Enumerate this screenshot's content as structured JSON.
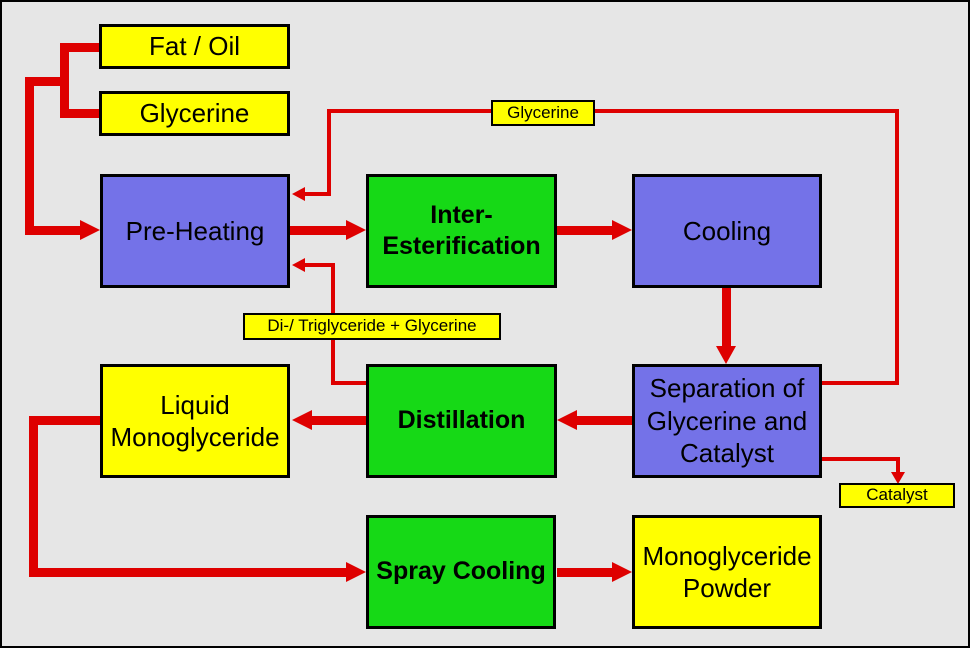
{
  "diagram": {
    "type": "process-flowchart",
    "colors": {
      "background": "#e6e6e6",
      "feed_product_box": "#ffff00",
      "process_box_blue": "#7472e8",
      "process_box_green": "#16d916",
      "arrow": "#de0000",
      "border": "#000000",
      "text": "#000000"
    },
    "nodes": {
      "fat_oil": {
        "label": "Fat / Oil"
      },
      "glycerine_feed": {
        "label": "Glycerine"
      },
      "pre_heating": {
        "label": "Pre-Heating"
      },
      "inter_esterification": {
        "label": "Inter-\nEsterification"
      },
      "cooling": {
        "label": "Cooling"
      },
      "glycerine_recycle_label": {
        "label": "Glycerine"
      },
      "di_triglyceride_label": {
        "label": "Di-/ Triglyceride  + Glycerine"
      },
      "liquid_monoglyceride": {
        "label": "Liquid\nMonoglyceride"
      },
      "distillation": {
        "label": "Distillation"
      },
      "separation": {
        "label": "Separation of\nGlycerine and\nCatalyst"
      },
      "catalyst_label": {
        "label": "Catalyst"
      },
      "spray_cooling": {
        "label": "Spray Cooling"
      },
      "monoglyceride_powder": {
        "label": "Monoglyceride\nPowder"
      }
    },
    "edges": [
      {
        "from": "fat_oil",
        "to": "pre_heating",
        "style": "thick"
      },
      {
        "from": "glycerine_feed",
        "to": "pre_heating",
        "style": "thick"
      },
      {
        "from": "pre_heating",
        "to": "inter_esterification",
        "style": "thick"
      },
      {
        "from": "inter_esterification",
        "to": "cooling",
        "style": "thick"
      },
      {
        "from": "cooling",
        "to": "separation",
        "style": "thick"
      },
      {
        "from": "separation",
        "to": "distillation",
        "style": "thick"
      },
      {
        "from": "separation",
        "to": "pre_heating",
        "via": "glycerine_recycle_label",
        "style": "thin"
      },
      {
        "from": "separation",
        "to": "catalyst_label",
        "style": "thin"
      },
      {
        "from": "distillation",
        "to": "liquid_monoglyceride",
        "style": "thick"
      },
      {
        "from": "distillation",
        "to": "pre_heating",
        "via": "di_triglyceride_label",
        "style": "thin"
      },
      {
        "from": "liquid_monoglyceride",
        "to": "spray_cooling",
        "style": "thick"
      },
      {
        "from": "spray_cooling",
        "to": "monoglyceride_powder",
        "style": "thick"
      }
    ]
  }
}
